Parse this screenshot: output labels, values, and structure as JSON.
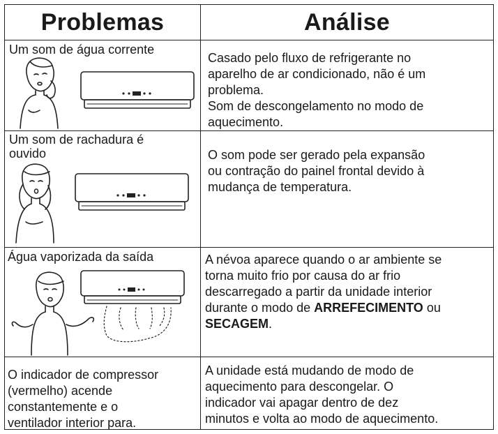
{
  "header": {
    "problems": "Problemas",
    "analysis": "Análise"
  },
  "rows": [
    {
      "problem": "Um som de água corrente",
      "analysis_lines": [
        "Casado pelo fluxo de refrigerante no",
        "aparelho de ar condicionado, não é um",
        "problema.",
        "Som de descongelamento no modo de",
        "aquecimento."
      ]
    },
    {
      "problem_lines": [
        "Um som de rachadura é",
        "ouvido"
      ],
      "analysis_lines": [
        "O som pode ser gerado pela expansão",
        "ou contração do painel frontal devido à",
        "mudança de temperatura."
      ]
    },
    {
      "problem": "Água vaporizada da saída",
      "analysis_lines": [
        "A névoa aparece quando o ar ambiente se",
        "torna muito frio por causa do ar frio",
        "descarregado a  partir da unidade interior",
        "durante o modo de "
      ],
      "bold_1": "ARREFECIMENTO",
      "or_word": " ou",
      "bold_2": "SECAGEM",
      "end_punct": "."
    },
    {
      "problem_lines": [
        "O indicador de compressor",
        "(vermelho) acende",
        "constantemente e o",
        "ventilador interior para."
      ],
      "analysis_lines": [
        "A unidade está mudando de modo de",
        "aquecimento para descongelar. O",
        "indicador vai apagar dentro de dez",
        "minutos e volta ao modo de aquecimento."
      ]
    }
  ],
  "icons": {
    "person": "person-icon",
    "ac_unit": "air-conditioner-icon",
    "mist": "mist-icon"
  }
}
